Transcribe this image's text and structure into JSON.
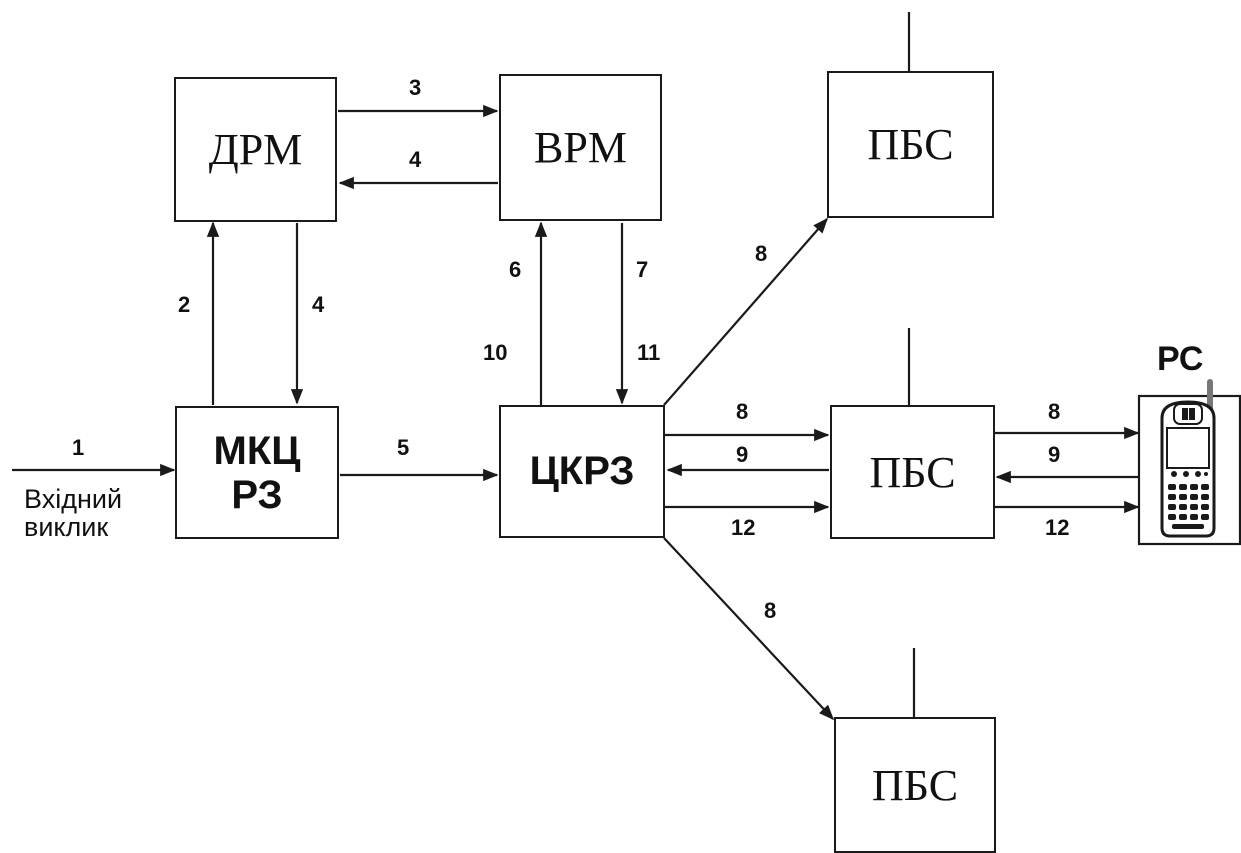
{
  "blocks": {
    "drm": "ДРМ",
    "vrm": "ВРМ",
    "mkc_line1": "МКЦ",
    "mkc_line2": "РЗ",
    "ckrz": "ЦКРЗ",
    "pbs_top": "ПБС",
    "pbs_middle": "ПБС",
    "pbs_bottom": "ПБС"
  },
  "incoming": {
    "line1": "Вхідний",
    "line2": "виклик"
  },
  "mobile_station": "РС",
  "links": {
    "l1": "1",
    "l2": "2",
    "l3": "3",
    "l4a": "4",
    "l4b": "4",
    "l5": "5",
    "l6": "6",
    "l7": "7",
    "l8_top": "8",
    "l8_mid_left": "8",
    "l8_mid_right": "8",
    "l8_bottom": "8",
    "l9_left": "9",
    "l9_right": "9",
    "l10": "10",
    "l11": "11",
    "l12_left": "12",
    "l12_right": "12"
  },
  "colors": {
    "line": "#1a1a1a",
    "background": "#ffffff"
  }
}
